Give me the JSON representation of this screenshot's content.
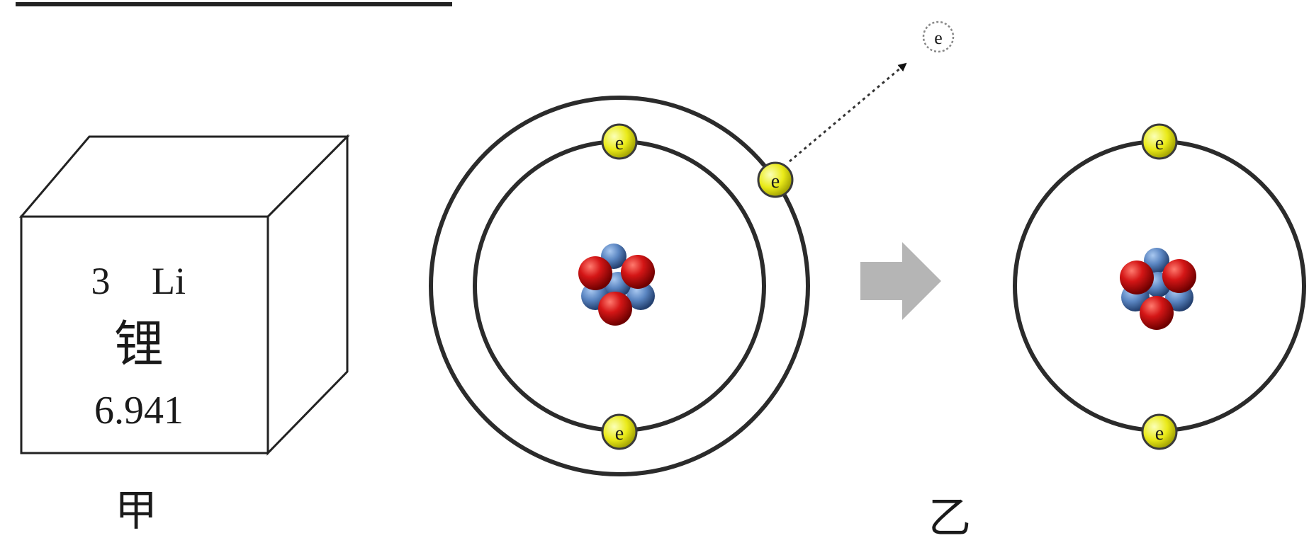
{
  "element_card": {
    "atomic_number": "3",
    "symbol": "Li",
    "name_cn": "锂",
    "atomic_mass": "6.941"
  },
  "labels": {
    "left": "甲",
    "right": "乙"
  },
  "electron_symbol": "e",
  "colors": {
    "line": "#222222",
    "electron_fill": "#e6e600",
    "electron_stroke": "#666600",
    "proton": "#cc1010",
    "neutron": "#4f79b5",
    "arrow_gray": "#b3b3b3"
  }
}
